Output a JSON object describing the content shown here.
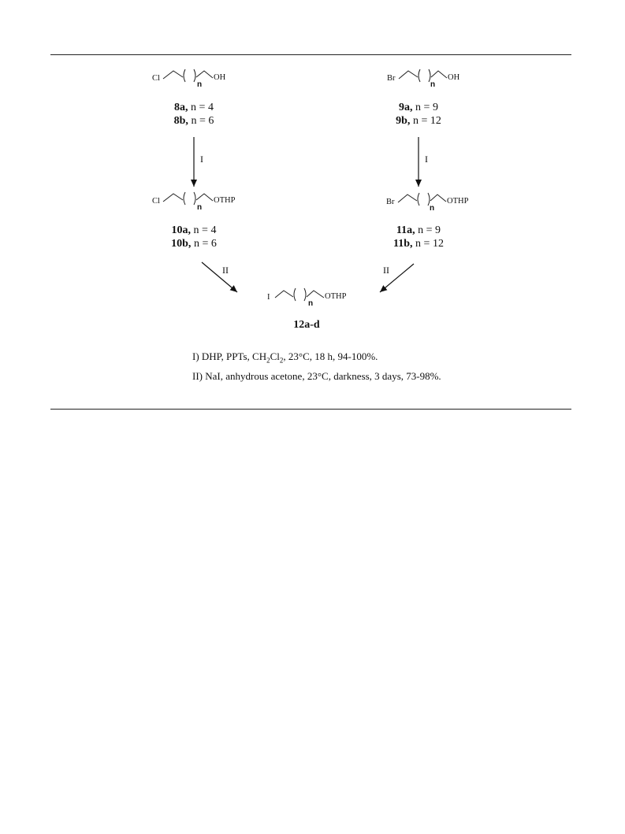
{
  "compounds": {
    "c8": {
      "left_atom": "Cl",
      "n_label": "n",
      "right_group": "OH",
      "labels": [
        {
          "id": "8a,",
          "rest": " n = 4"
        },
        {
          "id": "8b,",
          "rest": " n = 6"
        }
      ]
    },
    "c9": {
      "left_atom": "Br",
      "n_label": "n",
      "right_group": "OH",
      "labels": [
        {
          "id": "9a,",
          "rest": " n = 9"
        },
        {
          "id": "9b,",
          "rest": " n = 12"
        }
      ]
    },
    "c10": {
      "left_atom": "Cl",
      "n_label": "n",
      "right_group": "OTHP",
      "labels": [
        {
          "id": "10a,",
          "rest": " n = 4"
        },
        {
          "id": "10b,",
          "rest": " n = 6"
        }
      ]
    },
    "c11": {
      "left_atom": "Br",
      "n_label": "n",
      "right_group": "OTHP",
      "labels": [
        {
          "id": "11a,",
          "rest": " n = 9"
        },
        {
          "id": "11b,",
          "rest": " n = 12"
        }
      ]
    },
    "c12": {
      "left_atom": "I",
      "n_label": "n",
      "right_group": "OTHP",
      "label": "12a-d"
    }
  },
  "arrows": {
    "step1_label": "I",
    "step2_label": "II"
  },
  "conditions": {
    "line1_pre": "I) DHP, PPTs, CH",
    "line1_sub1": "2",
    "line1_mid": "Cl",
    "line1_sub2": "2",
    "line1_post": ", 23°C, 18 h, 94-100%.",
    "line2": "II) NaI, anhydrous acetone, 23°C, darkness, 3 days, 73-98%."
  }
}
